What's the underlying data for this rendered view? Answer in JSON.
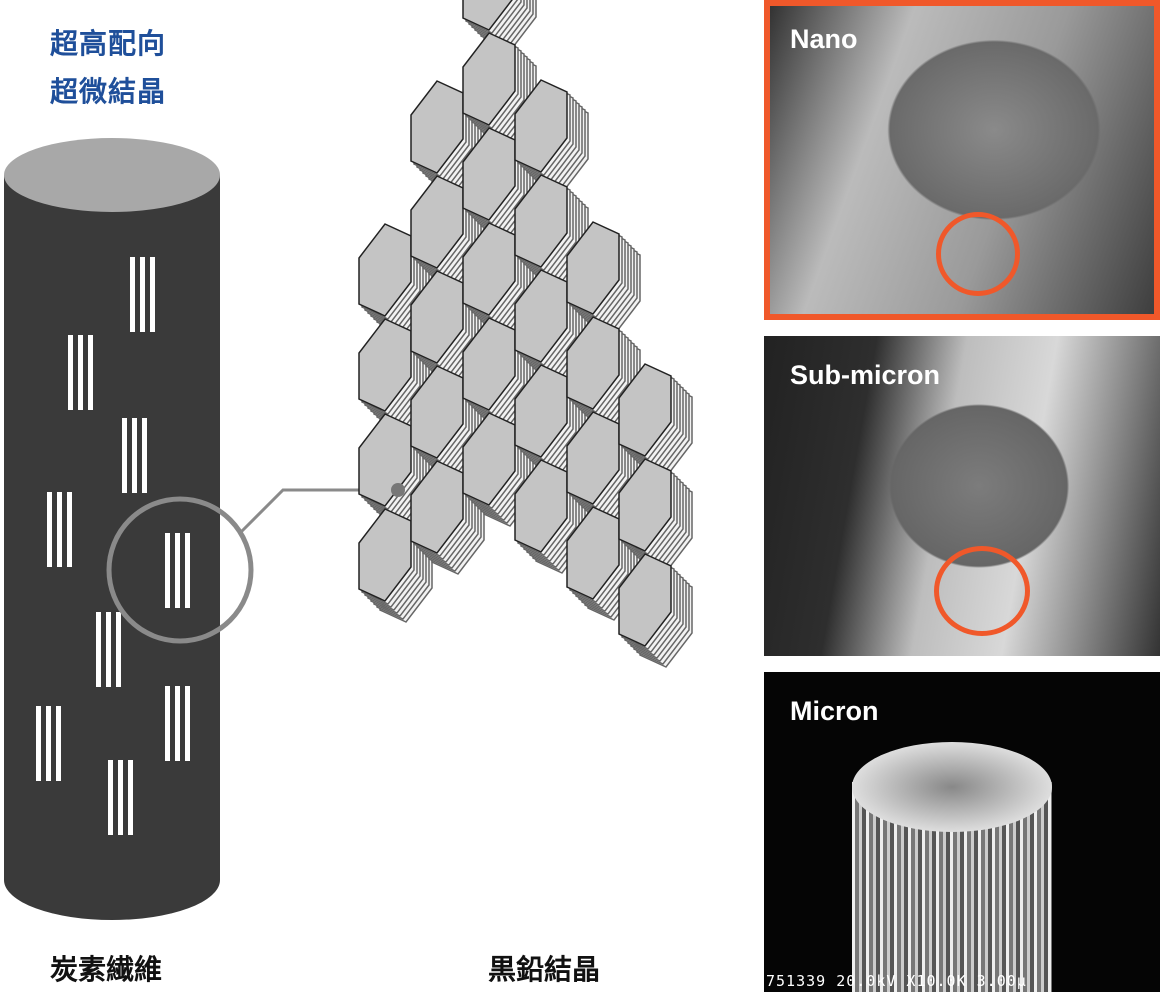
{
  "title_lines": [
    "超高配向",
    "超微結晶"
  ],
  "captions": {
    "fiber": "炭素繊維",
    "crystal": "黒鉛結晶"
  },
  "panels": [
    {
      "label": "Nano",
      "highlighted": true
    },
    {
      "label": "Sub-micron",
      "highlighted": false
    },
    {
      "label": "Micron",
      "highlighted": false,
      "sem_readout": "751339 20.0kV X10.0K 3.00µ"
    }
  ],
  "colors": {
    "title": "#1f4f9a",
    "accent": "#f0582a",
    "fiber": "#3a3a3a",
    "hex": "#c4c4c4"
  }
}
